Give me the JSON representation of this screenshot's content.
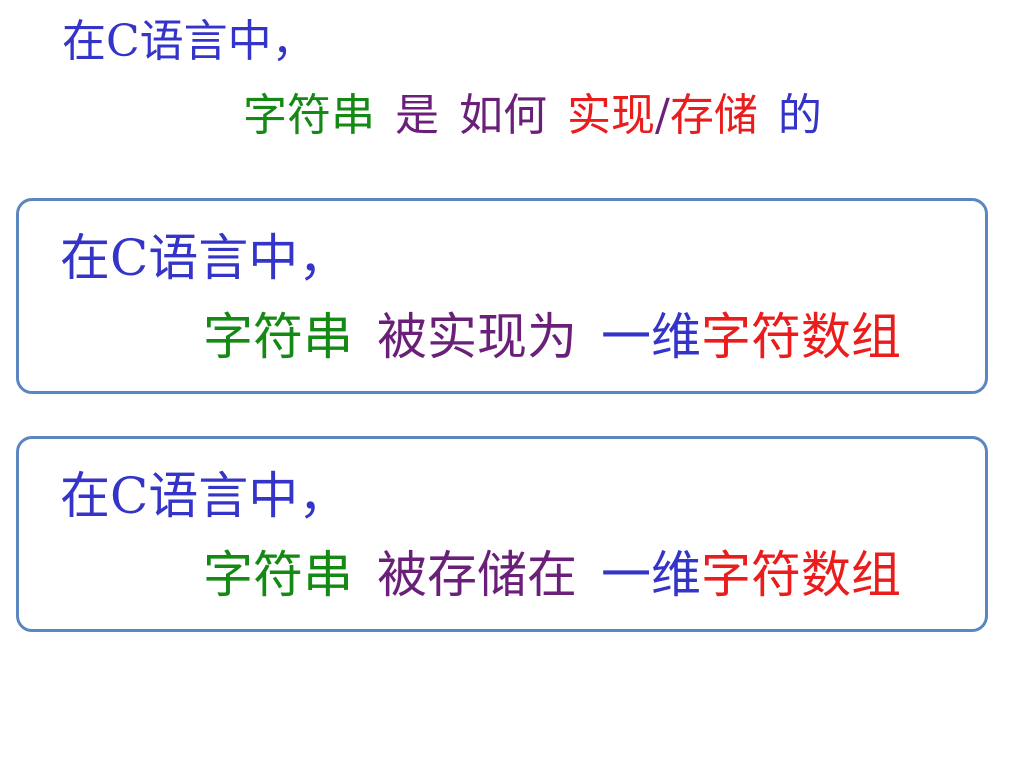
{
  "colors": {
    "blue": "#3434c8",
    "green": "#148a14",
    "purple": "#6a1f78",
    "red": "#ea1c1c",
    "box_border": "#5b86bf"
  },
  "question": {
    "line1": "在C语言中，",
    "line2": {
      "subject": "字符串",
      "is": "是",
      "how": "如何",
      "implement": "实现",
      "slash": "/",
      "store": "存储",
      "de": "的"
    }
  },
  "answer1": {
    "line1": "在C语言中，",
    "subject": "字符串",
    "verb": "被实现为",
    "dim": "一维",
    "array": "字符数组"
  },
  "answer2": {
    "line1": "在C语言中，",
    "subject": "字符串",
    "verb": "被存储在",
    "dim": "一维",
    "array": "字符数组"
  }
}
